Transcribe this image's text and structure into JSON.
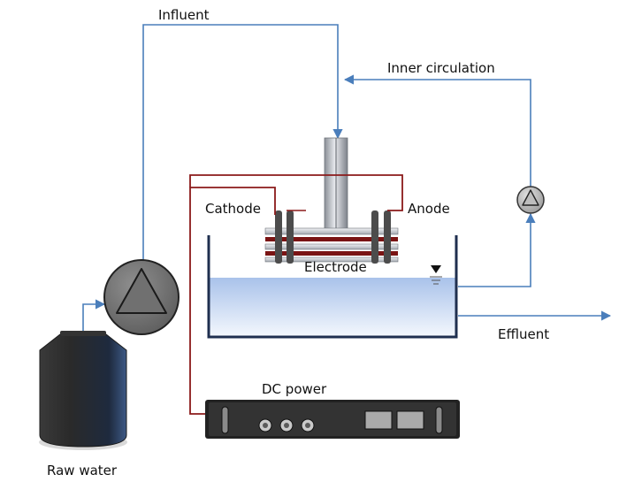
{
  "labels": {
    "influent": "Influent",
    "inner_circulation": "Inner circulation",
    "cathode": "Cathode",
    "anode": "Anode",
    "electrode": "Electrode",
    "effluent": "Effluent",
    "dc_power": "DC power",
    "raw_water": "Raw water"
  },
  "icons": {
    "main_pump": "pump-icon",
    "circulation_pump": "pump-icon",
    "water_level": "water-level-icon"
  },
  "colors": {
    "flow_line": "#4a7ebb",
    "wire": "#8b1a1a",
    "tank_wall": "#1f2f4f",
    "water": "#bcd0ee"
  }
}
